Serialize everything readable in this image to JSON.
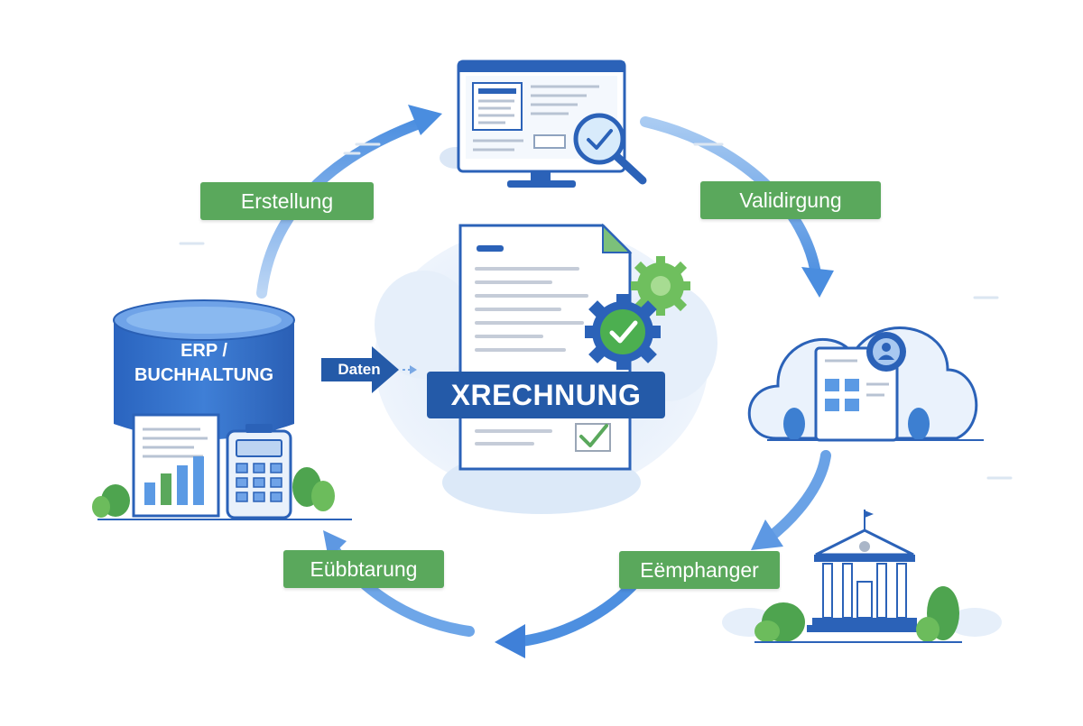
{
  "steps": {
    "erstellung": "Erstellung",
    "validierung": "Validirgung",
    "empfaenger": "Eëmphanger",
    "uebermittlung": "Eübbtarung"
  },
  "erp": {
    "line1": "ERP /",
    "line2": "BUCHHALTUNG"
  },
  "flow_label": "Daten",
  "center_title": "XRECHNUNG",
  "colors": {
    "primary_blue": "#2b62b8",
    "light_blue": "#5b9ae4",
    "green": "#5aa85c",
    "gear_green": "#4caf50",
    "cloud": "#e4eef9"
  },
  "icons": [
    "database-icon",
    "monitor-magnifier-icon",
    "invoice-document-icon",
    "gear-check-icon",
    "cloud-portal-icon",
    "government-building-icon",
    "calculator-icon",
    "report-chart-icon"
  ]
}
